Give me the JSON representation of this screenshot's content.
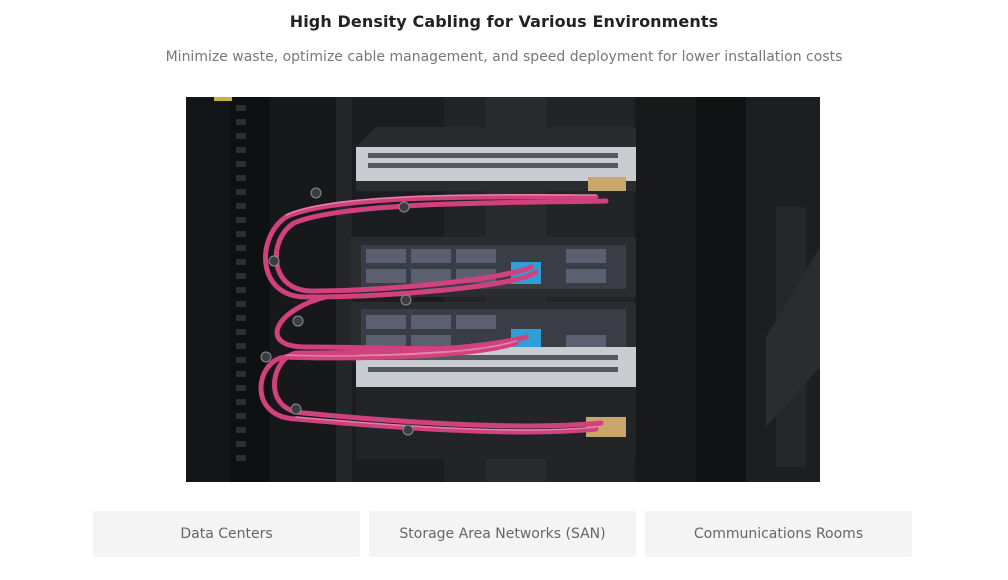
{
  "header": {
    "title": "High Density Cabling for Various Environments",
    "subtitle": "Minimize waste, optimize cable management, and speed deployment for lower installation costs"
  },
  "image": {
    "subject": "rack-with-switches-and-fiber-patch-panels",
    "colors": {
      "rack": "#1a1b1d",
      "cable": "#d0417e",
      "cable_highlight": "#e987b0",
      "switch_silver": "#c9ccd0",
      "adapter_blue": "#2f9fd6",
      "module_gold": "#c9a66b"
    }
  },
  "tabs": [
    {
      "label": "Data Centers"
    },
    {
      "label": "Storage Area Networks (SAN)"
    },
    {
      "label": "Communications Rooms"
    }
  ]
}
